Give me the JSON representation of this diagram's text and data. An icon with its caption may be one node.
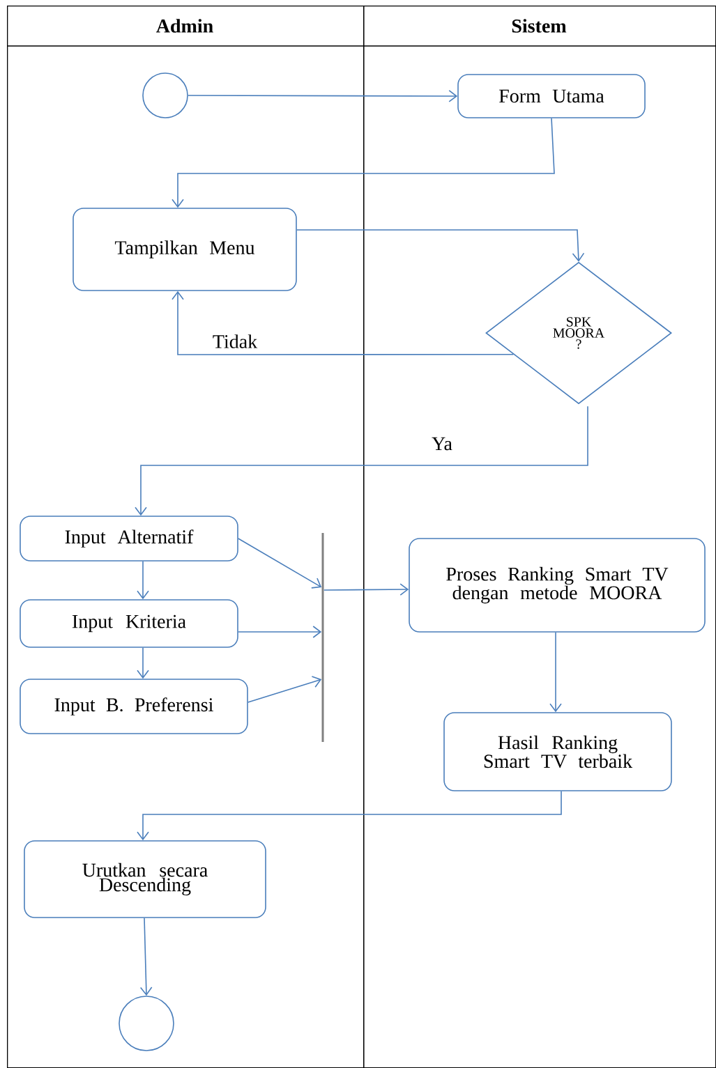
{
  "diagram": {
    "nodes": [
      {
        "text": [
          "Admin"
        ]
      },
      {
        "text": [
          "Sistem"
        ]
      },
      {
        "text": [],
        "shape": "circle",
        "in": 0
      },
      {
        "text": [
          "Form Utama"
        ],
        "in": 1
      },
      {
        "text": [
          "Tampilkan Menu"
        ],
        "in": 0
      },
      {
        "text": [
          "SPK MOORA ?"
        ],
        "in": 1
      },
      {
        "text": [
          "Input Alternatif"
        ],
        "in": 0
      },
      {
        "text": [
          "Input Kriteria"
        ],
        "in": 0
      },
      {
        "text": [
          "Input B. Preferensi"
        ],
        "in": 0
      },
      {
        "text": [],
        "shape": "bar",
        "in": 0
      },
      {
        "text": [
          "Proses Ranking Smart TV dengan metode MOORA"
        ],
        "in": 1
      },
      {
        "text": [
          "Hasil Ranking Smart TV terbaik"
        ],
        "in": 1
      },
      {
        "text": [
          "Urutkan secara Descending"
        ],
        "in": 0
      },
      {
        "text": [],
        "shape": "circle",
        "in": 0
      }
    ],
    "edges": [
      {
        "from": 2,
        "to": 3,
        "arrow": "to"
      },
      {
        "from": 3,
        "to": 4,
        "arrow": "to"
      },
      {
        "from": 4,
        "to": 5,
        "arrow": "to"
      },
      {
        "from": 5,
        "to": 4,
        "arrow": "to",
        "label": "Tidak"
      },
      {
        "from": 5,
        "to": 6,
        "arrow": "to",
        "label": "Ya"
      },
      {
        "from": 6,
        "to": 7,
        "arrow": "to"
      },
      {
        "from": 7,
        "to": 8,
        "arrow": "to"
      },
      {
        "from": 6,
        "to": 9,
        "arrow": "to"
      },
      {
        "from": 7,
        "to": 9,
        "arrow": "to"
      },
      {
        "from": 8,
        "to": 9,
        "arrow": "to"
      },
      {
        "from": 9,
        "to": 10,
        "arrow": "to"
      },
      {
        "from": 10,
        "to": 11,
        "arrow": "to"
      },
      {
        "from": 11,
        "to": 12,
        "arrow": "to"
      },
      {
        "from": 12,
        "to": 13,
        "arrow": "to"
      }
    ]
  }
}
